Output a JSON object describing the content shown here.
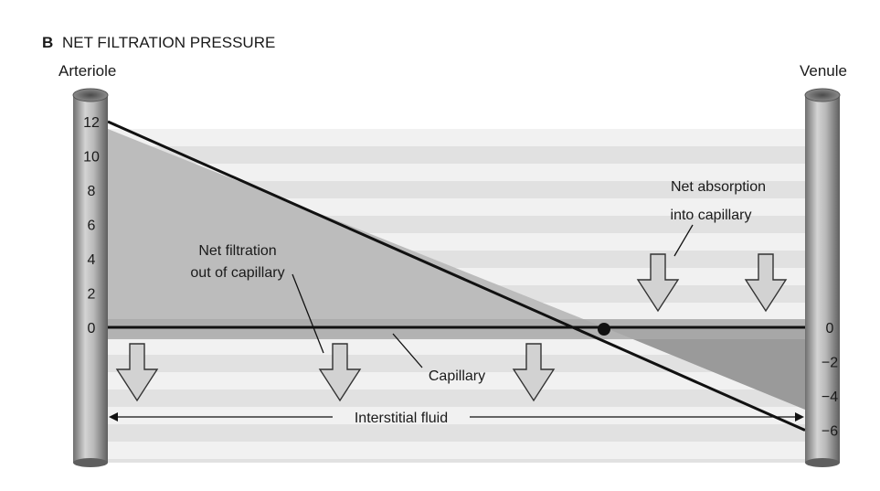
{
  "panel": {
    "letter": "B",
    "title": "NET FILTRATION PRESSURE"
  },
  "vessels": {
    "left_label": "Arteriole",
    "right_label": "Venule"
  },
  "axes": {
    "left_ticks": [
      {
        "value": 12,
        "label": "12"
      },
      {
        "value": 10,
        "label": "10"
      },
      {
        "value": 8,
        "label": "8"
      },
      {
        "value": 6,
        "label": "6"
      },
      {
        "value": 4,
        "label": "4"
      },
      {
        "value": 2,
        "label": "2"
      },
      {
        "value": 0,
        "label": "0"
      }
    ],
    "right_ticks": [
      {
        "value": 0,
        "label": "0"
      },
      {
        "value": -2,
        "label": "−2"
      },
      {
        "value": -4,
        "label": "−4"
      },
      {
        "value": -6,
        "label": "−6"
      }
    ]
  },
  "pressure_line": {
    "start_value": 12,
    "end_value": -6
  },
  "annotations": {
    "net_filtration": [
      "Net filtration",
      "out of capillary"
    ],
    "net_absorption": [
      "Net absorption",
      "into capillary"
    ],
    "capillary": "Capillary",
    "interstitial": "Interstitial fluid"
  },
  "colors": {
    "background": "#ffffff",
    "stripe_light": "#f1f1f1",
    "stripe_dark": "#e1e1e1",
    "positive_region": "#bcbcbc",
    "negative_region": "#9a9a9a",
    "capillary_band": "#a9a9a9",
    "line": "#111111",
    "arrow_fill": "#d2d2d2",
    "arrow_stroke": "#333333",
    "vessel_dark": "#6e6e6e",
    "vessel_light": "#d4d4d4"
  },
  "arrows": {
    "filtration_direction": "down",
    "absorption_direction": "down",
    "filtration_count": 3,
    "absorption_count": 2
  }
}
